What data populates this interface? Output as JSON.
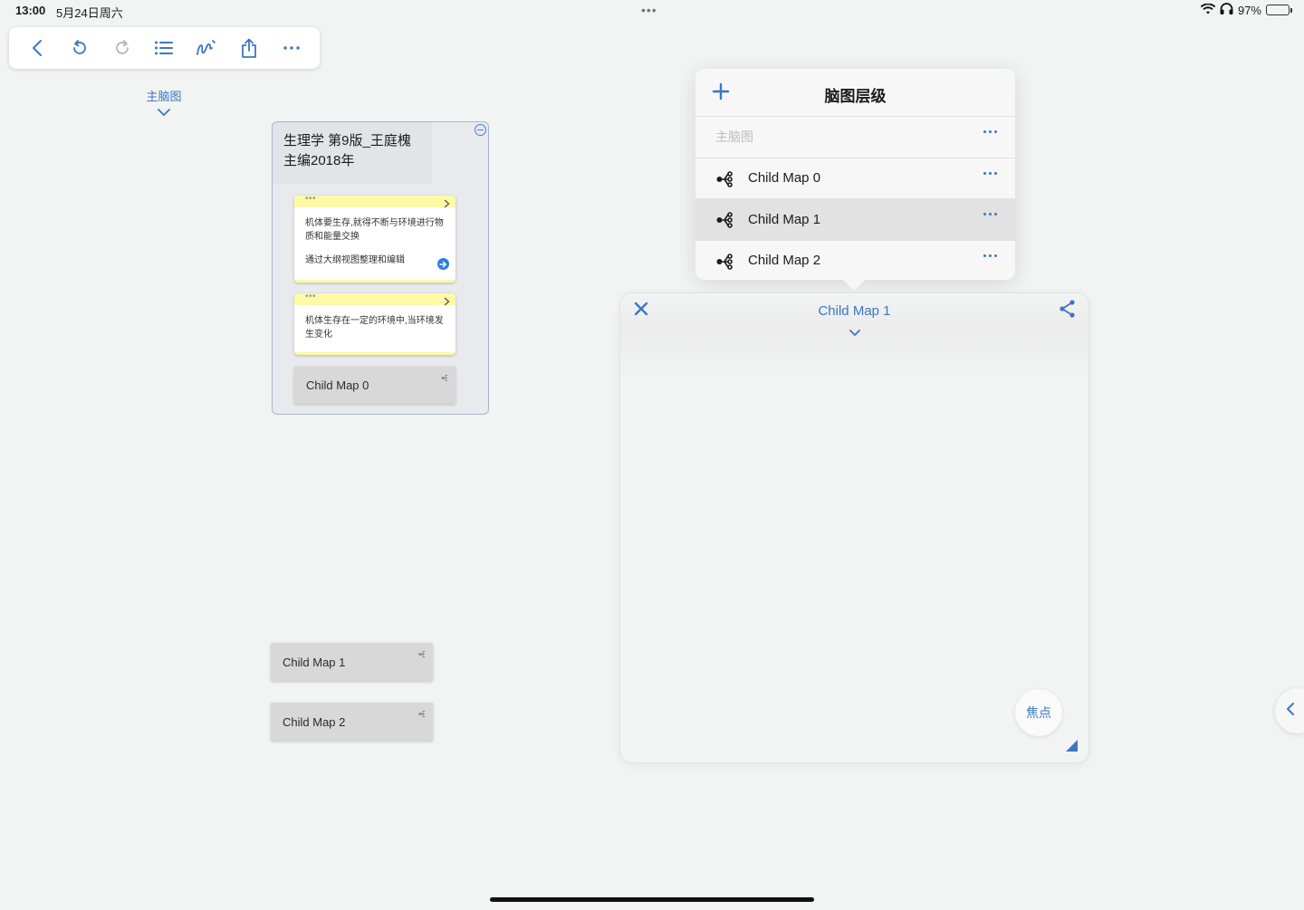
{
  "status_bar": {
    "time": "13:00",
    "date": "5月24日周六",
    "battery": "97%",
    "battery_level": 0.97,
    "icons": [
      "wifi-icon",
      "headphones-icon",
      "battery-icon"
    ]
  },
  "toolbar": {
    "buttons": [
      "back-icon",
      "undo-icon",
      "redo-icon",
      "outline-list-icon",
      "pen-icon",
      "share-icon",
      "more-icon"
    ]
  },
  "main_map": {
    "label": "主脑图"
  },
  "root_node": {
    "title": "生理学 第9版_王庭槐主编2018年",
    "notes": [
      {
        "text": "机体要生存,就得不断与环境进行物质和能量交换",
        "link_text": "通过大纲视图整理和编辑"
      },
      {
        "text": "机体生存在一定的环境中,当环境发生变化"
      }
    ],
    "child": "Child Map 0"
  },
  "floating_children": [
    "Child Map 1",
    "Child Map 2"
  ],
  "hierarchy": {
    "title": "脑图层级",
    "root_label": "主脑图",
    "items": [
      "Child Map 0",
      "Child Map 1",
      "Child Map 2"
    ],
    "selected": "Child Map 1"
  },
  "child_panel": {
    "title": "Child Map 1",
    "focus_label": "焦点"
  },
  "colors": {
    "accent": "#3b76c4",
    "note_header": "#fdf9a4",
    "node_gray": "#d8d8d8"
  }
}
